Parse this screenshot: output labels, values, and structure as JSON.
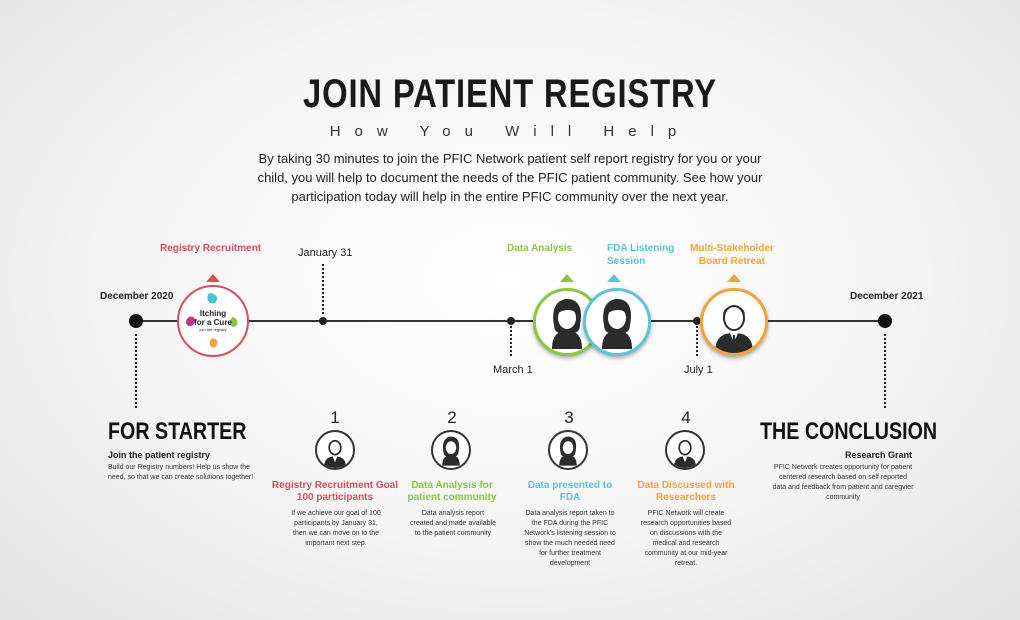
{
  "header": {
    "title": "JOIN PATIENT REGISTRY",
    "subtitle": "How You Will Help",
    "intro": "By taking 30 minutes to join the PFIC Network patient self report registry for you or your child, you will help to document the needs of the PFIC patient community. See how your participation today will help in the entire PFIC community over the next year."
  },
  "colors": {
    "red": "#d94c5c",
    "green": "#8cc63f",
    "blue": "#5bc5d6",
    "orange": "#f2a33a"
  },
  "timeline": {
    "start_date": "December 2020",
    "end_date": "December 2021",
    "january": "January 31",
    "march": "March 1",
    "july": "July 1",
    "registry_recruitment": "Registry Recruitment",
    "data_analysis": "Data Analysis",
    "fda_line1": "FDA Listening",
    "fda_line2": "Session",
    "board_line1": "Multi-Stakeholder",
    "board_line2": "Board Retreat",
    "logo_line1": "Itching",
    "logo_line2": "for a Cure",
    "logo_line3": "join the registry"
  },
  "starter": {
    "heading": "FOR STARTER",
    "subheading": "Join the patient registry",
    "body": "Build our Registry numbers! Help us show the need, so that we can create solutions together!"
  },
  "conclusion": {
    "heading": "THE CONCLUSION",
    "subheading": "Research Grant",
    "body": "PFIC Network creates opportunity for patient centered research based on self reported data and feedback from patient and caregvier community"
  },
  "steps": [
    {
      "number": "1",
      "title_line1": "Registry Recruitment Goal",
      "title_line2": "100 participants",
      "body": "If we achieve our goal of 100 participants by January 31, then we can move on to the important next step.",
      "icon": "man-icon"
    },
    {
      "number": "2",
      "title_line1": "Data Analysis for",
      "title_line2": "patient community",
      "body": "Data analysis report created and made available to the patient community",
      "icon": "woman-icon"
    },
    {
      "number": "3",
      "title_line1": "Data presented to",
      "title_line2": "FDA",
      "body": "Data analysis report taken to the FDA during the PFIC Network's listening session to show the much needed need for further treatment development",
      "icon": "woman-icon"
    },
    {
      "number": "4",
      "title_line1": "Data Discussed with",
      "title_line2": "Researchers",
      "body": "PFIC Network will create research opportunities based on discussions with the medical and research community at our mid-year retreat.",
      "icon": "man-icon"
    }
  ]
}
